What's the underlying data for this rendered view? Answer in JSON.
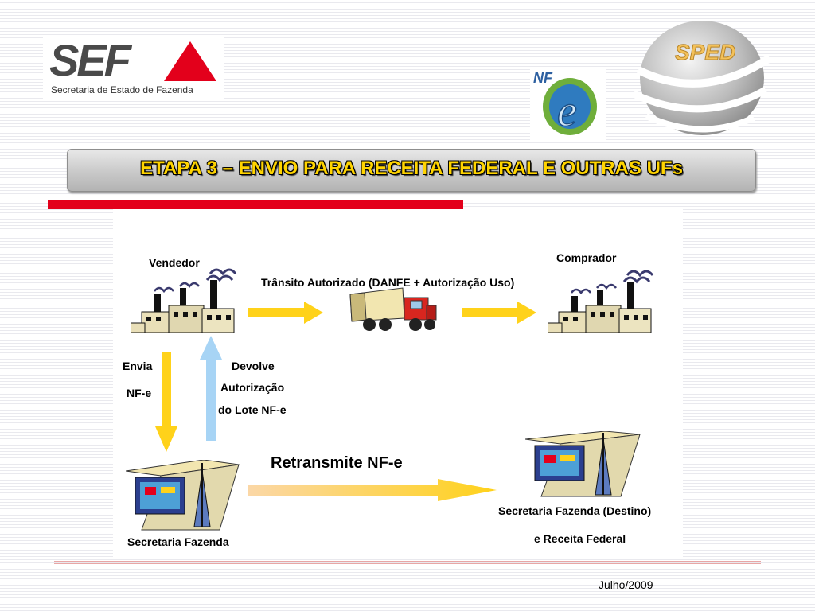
{
  "header": {
    "sef_logo_text": "SEF",
    "sef_subtitle": "Secretaria de Estado de Fazenda",
    "nfe_logo_text": "NF",
    "sped_logo_text": "SPED"
  },
  "title": "ETAPA 3 – ENVIO PARA RECEITA FEDERAL E OUTRAS UFs",
  "diagram": {
    "vendedor": "Vendedor",
    "comprador": "Comprador",
    "transito": "Trânsito Autorizado (DANFE + Autorização Uso)",
    "envia_line1": "Envia",
    "envia_line2": "NF-e",
    "devolve_line1": "Devolve",
    "devolve_line2": "Autorização",
    "devolve_line3": "do Lote NF-e",
    "retransmite": "Retransmite NF-e",
    "sefaz_origem": "Secretaria Fazenda",
    "sefaz_destino_line1": "Secretaria Fazenda (Destino)",
    "sefaz_destino_line2": "e Receita Federal"
  },
  "footer": {
    "date": "Julho/2009"
  },
  "colors": {
    "title_yellow": "#ffd400",
    "accent_red": "#e3001b",
    "arrow_yellow": "#ffd21a",
    "arrow_blue": "#a7d4f5"
  }
}
